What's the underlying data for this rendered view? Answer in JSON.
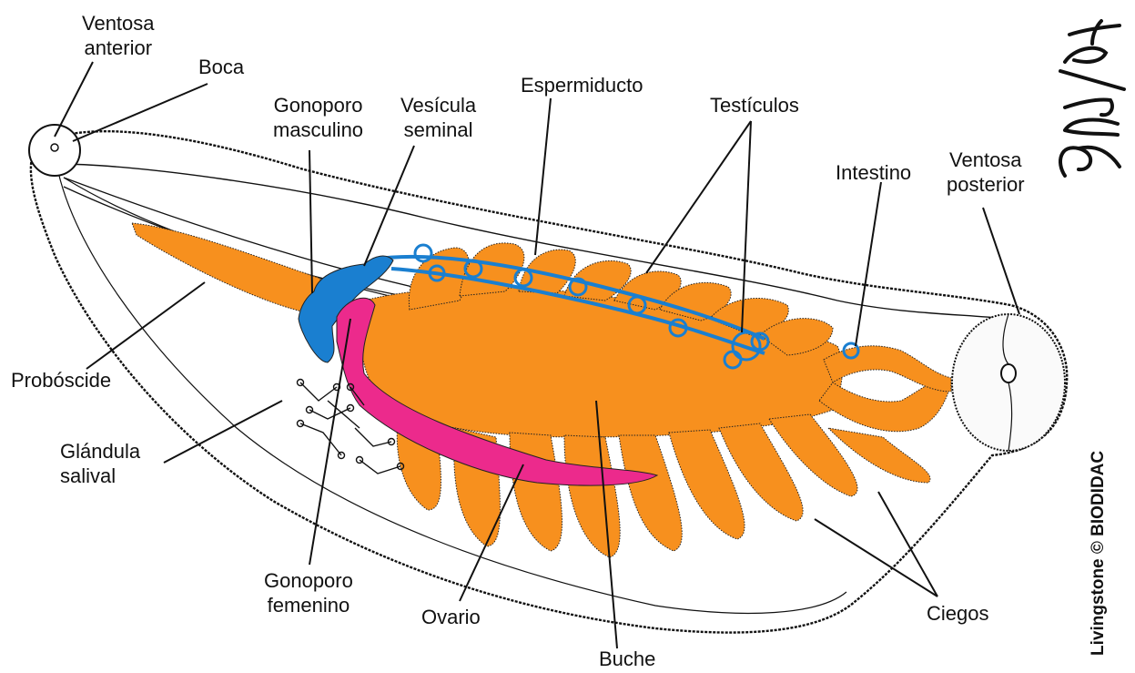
{
  "labels": {
    "ventosa_anterior": [
      "Ventosa",
      "anterior"
    ],
    "boca": "Boca",
    "gonoporo_masculino": [
      "Gonoporo",
      "masculino"
    ],
    "vesicula_seminal": [
      "Vesícula",
      "seminal"
    ],
    "espermiducto": "Espermiducto",
    "testiculos": "Testículos",
    "intestino": "Intestino",
    "ventosa_posterior": [
      "Ventosa",
      "posterior"
    ],
    "proboscide": "Probóscide",
    "glandula_salival": [
      "Glándula",
      "salival"
    ],
    "gonoporo_femenino": [
      "Gonoporo",
      "femenino"
    ],
    "ovario": "Ovario",
    "buche": "Buche",
    "ciegos": "Ciegos"
  },
  "credit": "Livingstone © BIODIDAC",
  "signature": "9uy/94",
  "colors": {
    "digestive": "#f7901e",
    "male_system": "#1a7fd0",
    "female_system": "#ec2a8c",
    "outline": "#111111",
    "background": "#ffffff"
  }
}
